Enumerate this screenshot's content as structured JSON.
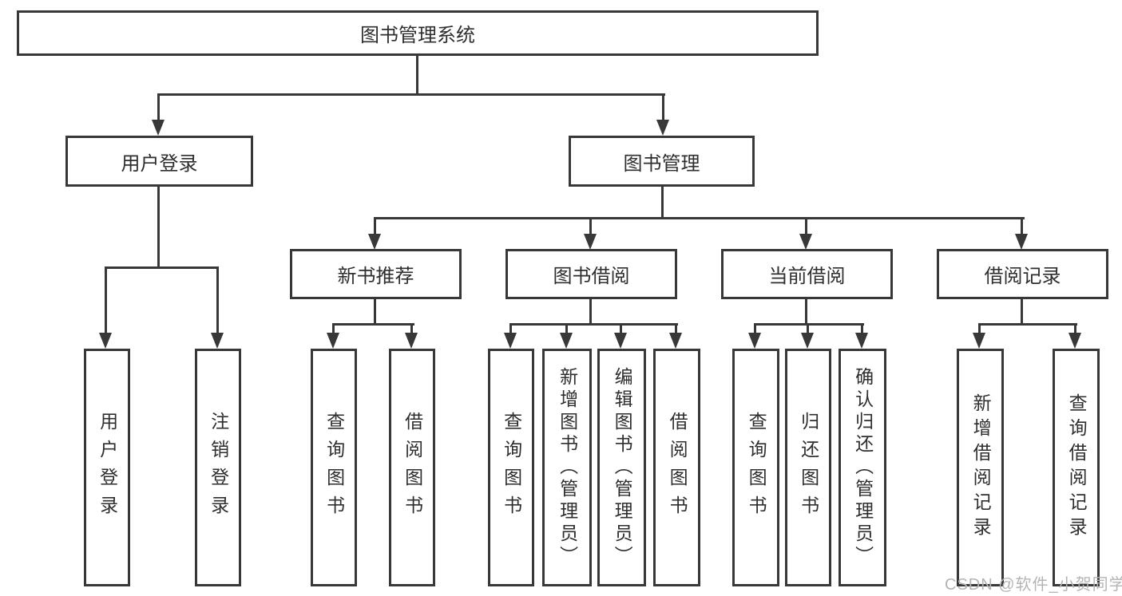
{
  "diagram": {
    "title": "图书管理系统",
    "colors": {
      "line": "#383838",
      "text": "#2e2e2e",
      "box_background": "#ffffff",
      "watermark": "#b4b4b4"
    },
    "nodes": {
      "root": {
        "label": "图书管理系统"
      },
      "level2": {
        "user_login": {
          "label": "用户登录"
        },
        "book_mgmt": {
          "label": "图书管理"
        }
      },
      "level3": {
        "new_book_rec": {
          "label": "新书推荐"
        },
        "book_borrow": {
          "label": "图书借阅"
        },
        "current_borrow": {
          "label": "当前借阅"
        },
        "borrow_records": {
          "label": "借阅记录"
        }
      },
      "leaves": {
        "user_login": [
          {
            "label": "用户登录"
          },
          {
            "label": "注销登录"
          }
        ],
        "new_book_rec": [
          {
            "label": "查询图书"
          },
          {
            "label": "借阅图书"
          }
        ],
        "book_borrow": [
          {
            "label": "查询图书"
          },
          {
            "label": "新增图书（管理员）"
          },
          {
            "label": "编辑图书（管理员）"
          },
          {
            "label": "借阅图书"
          }
        ],
        "current_borrow": [
          {
            "label": "查询图书"
          },
          {
            "label": "归还图书"
          },
          {
            "label": "确认归还（管理员）"
          }
        ],
        "borrow_records": [
          {
            "label": "新增借阅记录"
          },
          {
            "label": "查询借阅记录"
          }
        ]
      }
    },
    "watermark": "CSDN @软件_小贺同学"
  }
}
